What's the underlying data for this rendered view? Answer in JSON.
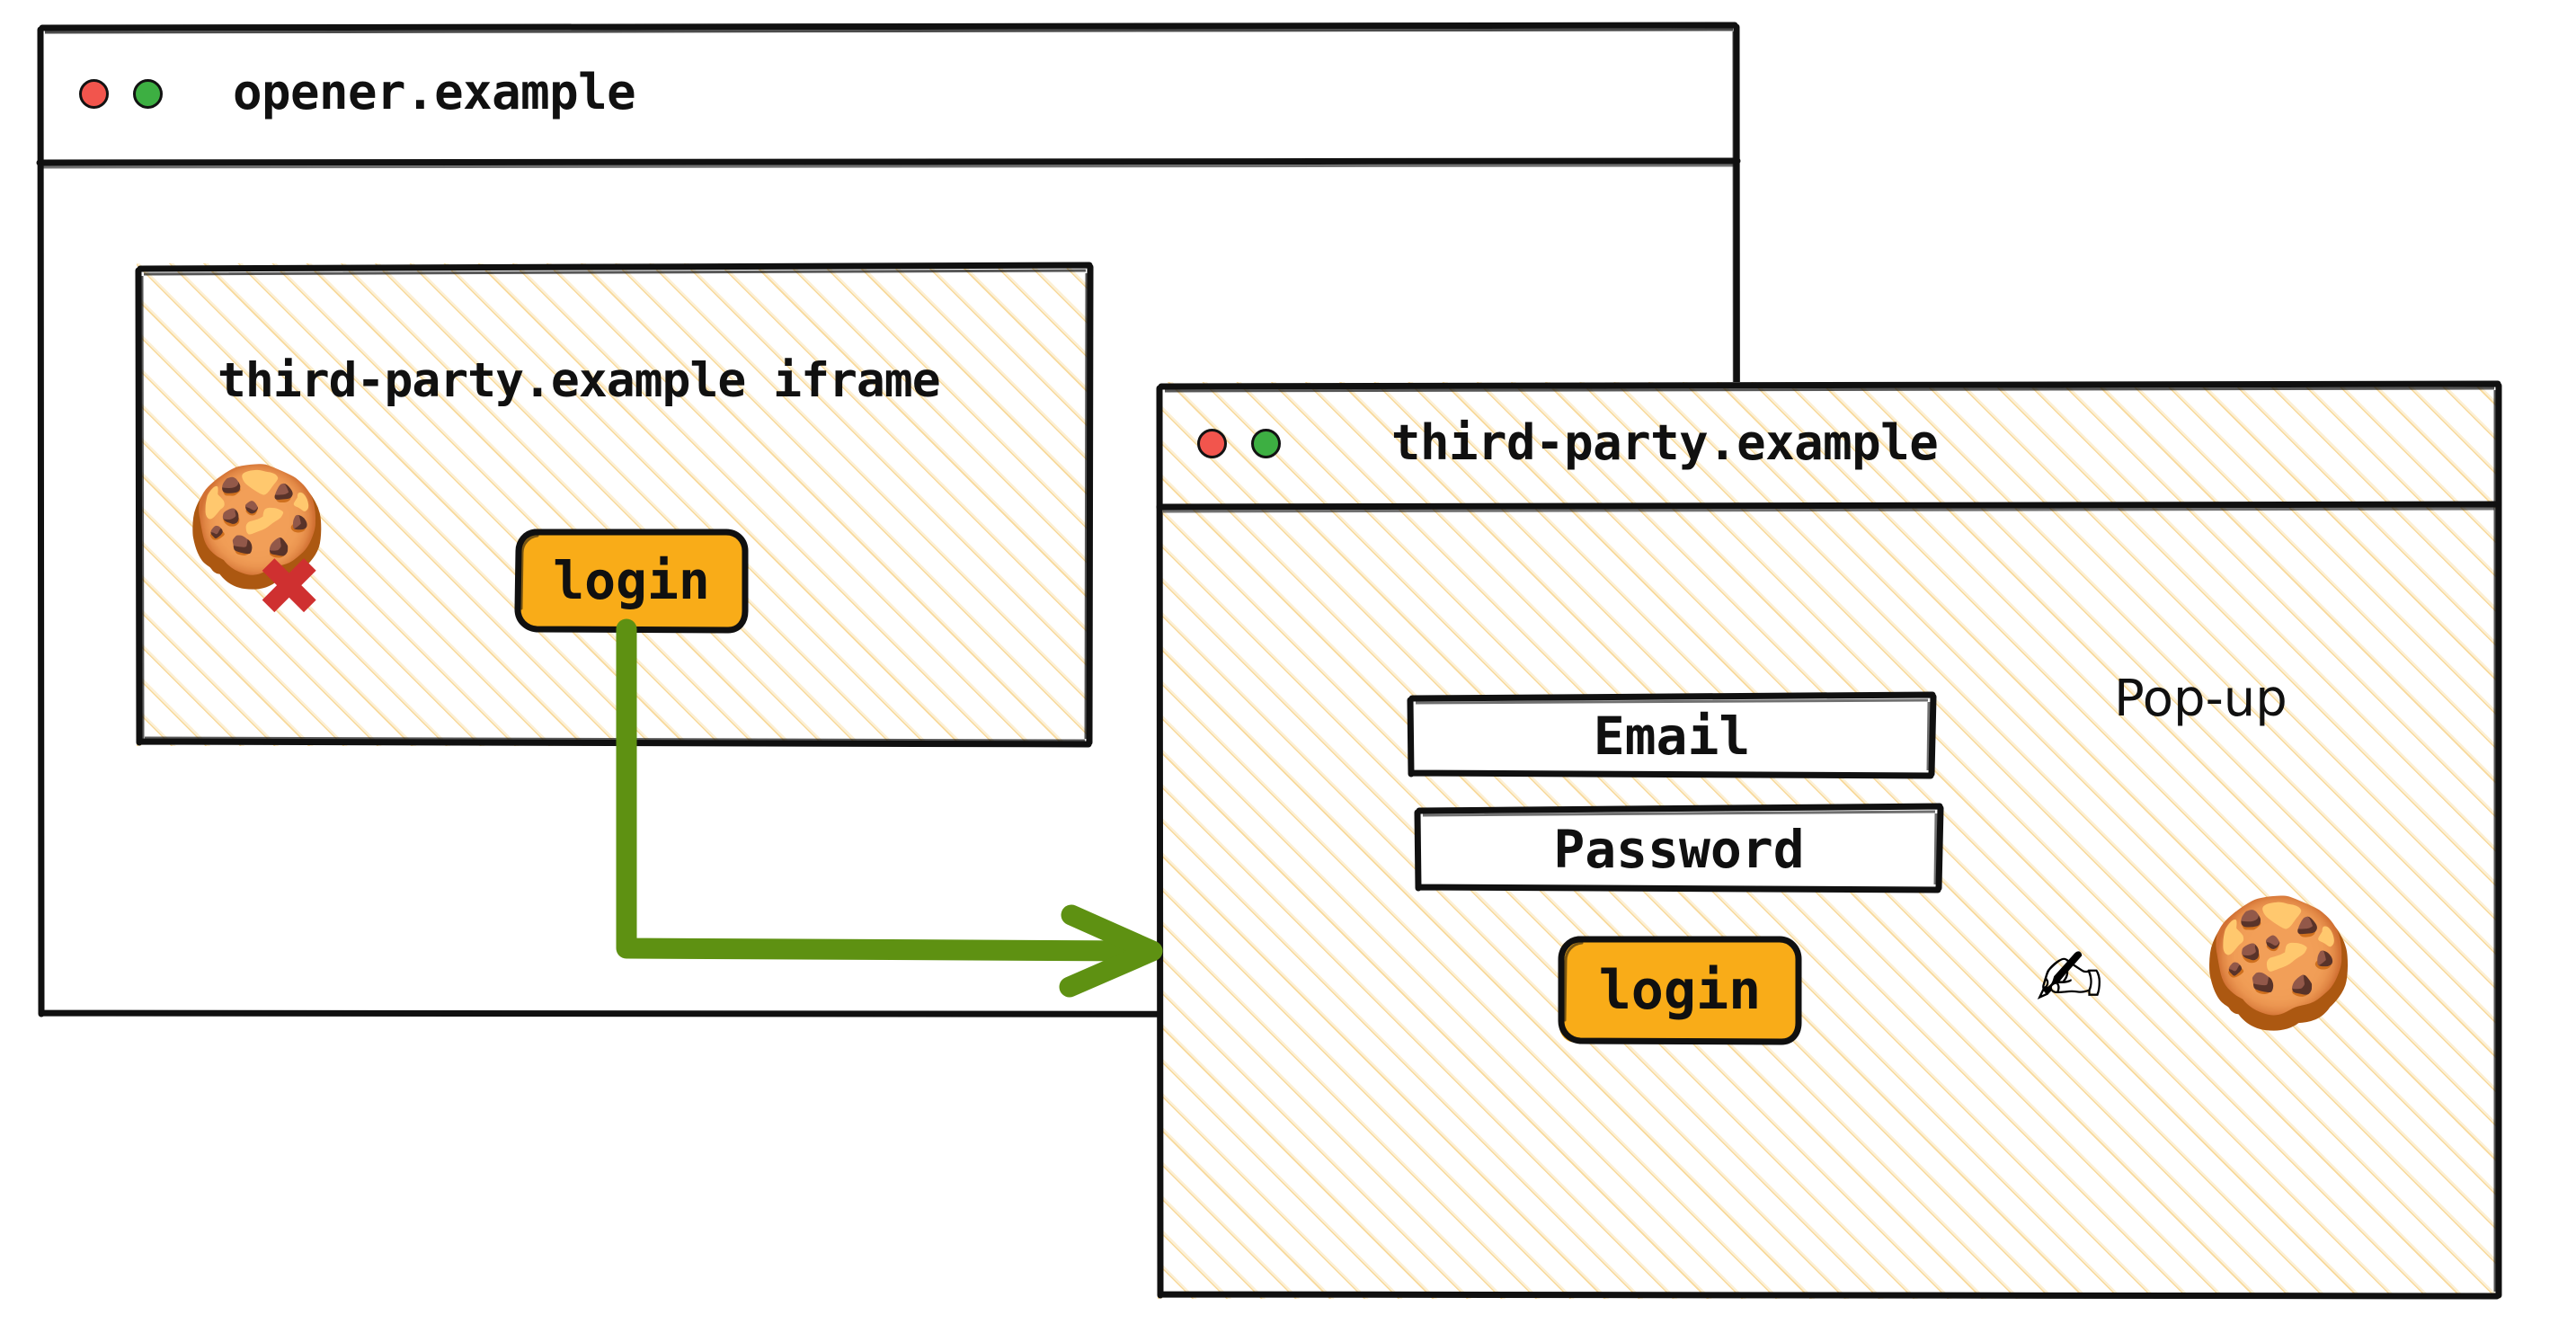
{
  "diagram": {
    "title": "Third-party iframe opens a pop-up that can write cookies",
    "background_color": "#ffffff",
    "accent_colors": {
      "button_amber": "#F9AC18",
      "arrow_green": "#5E9112",
      "hatch_cream": "#F7D796",
      "traffic_red": "#F2554D",
      "traffic_green": "#3DAF42",
      "outline_black": "#101010",
      "cross_red": "#CF3030"
    }
  },
  "opener_window": {
    "name": "opener-window",
    "title": "opener.example",
    "traffic_lights": [
      "red",
      "green"
    ],
    "iframe": {
      "name": "third-party-iframe",
      "title": "third-party.example iframe",
      "cookie_icon": "cookie-emoji",
      "cookie_blocked_icon": "cross-mark-icon",
      "login_button_label": "login"
    }
  },
  "popup_window": {
    "name": "popup-window",
    "title": "third-party.example",
    "traffic_lights": [
      "red",
      "green"
    ],
    "label": "Pop-up",
    "fields": [
      {
        "name": "email-field",
        "value": "Email"
      },
      {
        "name": "password-field",
        "value": "Password"
      }
    ],
    "login_button_label": "login",
    "writing_hand_icon": "writing-hand-emoji",
    "cookie_icon": "cookie-emoji"
  },
  "arrow": {
    "name": "login-to-popup-arrow",
    "from": "iframe-login-button",
    "to": "popup-window",
    "color": "#5E9112"
  },
  "icons": {
    "cookie": "🍪",
    "cross_mark": "✖",
    "writing_hand": "✍"
  }
}
